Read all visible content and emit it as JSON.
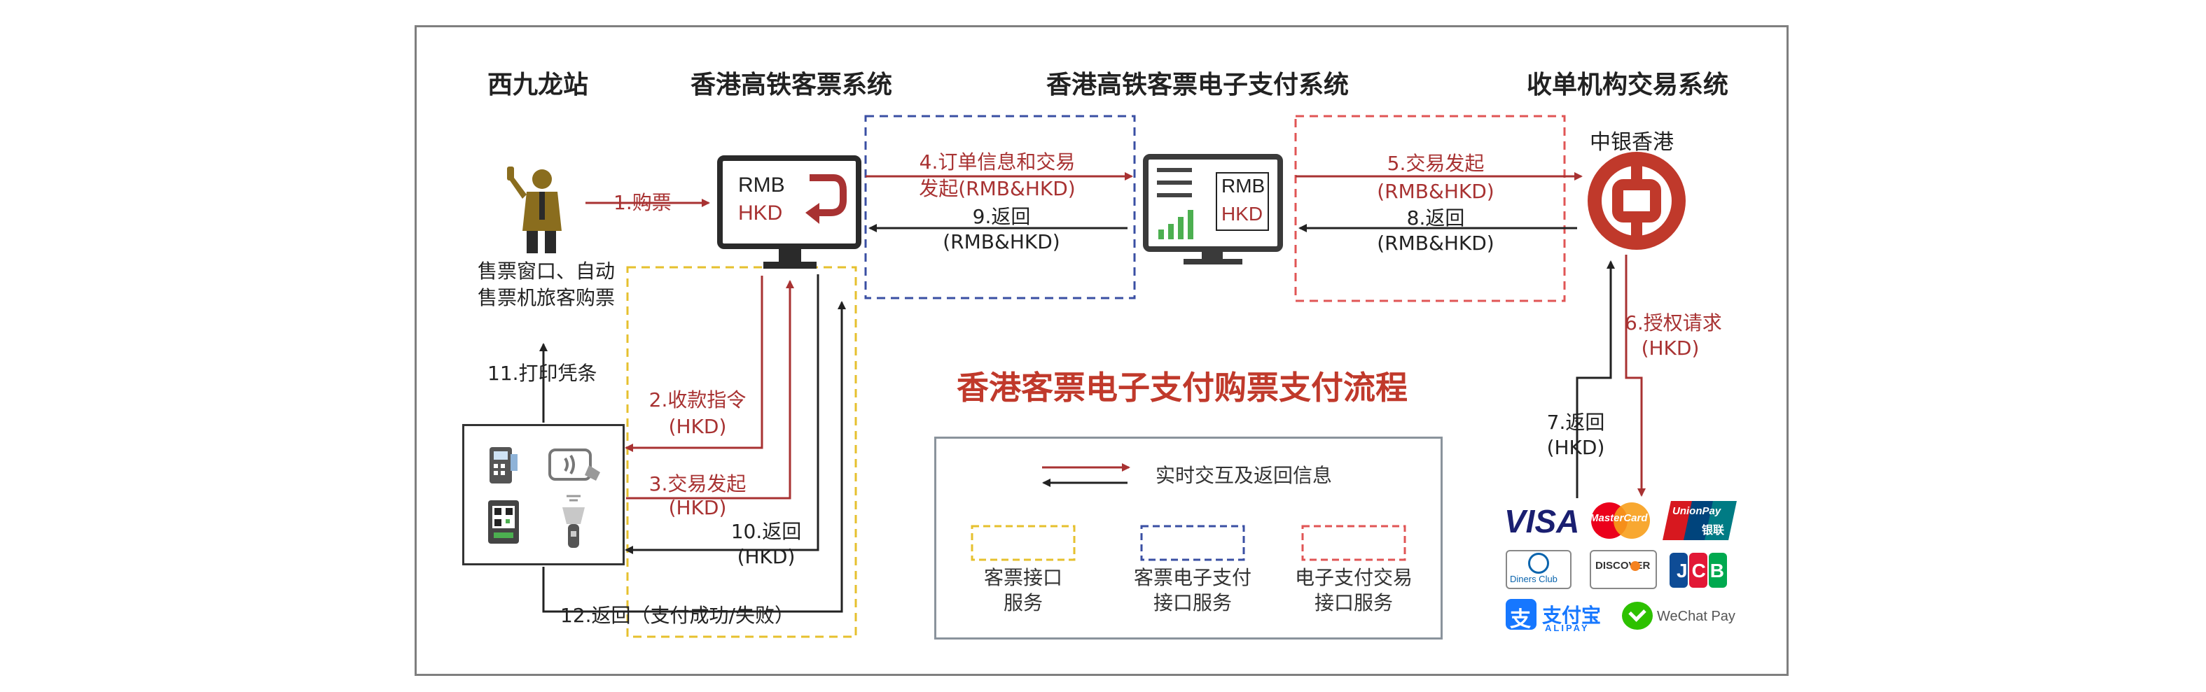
{
  "headers": {
    "station": "西九龙站",
    "ticket_system": "香港高铁客票系统",
    "payment_system": "香港高铁客票电子支付系统",
    "acquirer_system": "收单机构交易系统"
  },
  "title": "香港客票电子支付购票支付流程",
  "ticket_window": {
    "line1": "售票窗口、自动",
    "line2": "售票机旅客购票"
  },
  "monitor_ticket": {
    "currency1": "RMB",
    "currency2": "HKD"
  },
  "monitor_payment": {
    "currency1": "RMB",
    "currency2": "HKD"
  },
  "bank": {
    "name": "中银香港"
  },
  "steps": {
    "s1": "1.购票",
    "s2a": "2.收款指令",
    "s2b": "(HKD)",
    "s3a": "3.交易发起",
    "s3b": "(HKD)",
    "s4a": "4.订单信息和交易",
    "s4b": "发起(RMB&HKD)",
    "s5a": "5.交易发起",
    "s5b": "(RMB&HKD)",
    "s6a": "6.授权请求",
    "s6b": "(HKD)",
    "s7a": "7.返回",
    "s7b": "(HKD)",
    "s8a": "8.返回",
    "s8b": "(RMB&HKD)",
    "s9a": "9.返回",
    "s9b": "(RMB&HKD)",
    "s10a": "10.返回",
    "s10b": "(HKD)",
    "s11": "11.打印凭条",
    "s12": "12.返回（支付成功/失败）"
  },
  "legend": {
    "arrows": "实时交互及返回信息",
    "yellow_a": "客票接口",
    "yellow_b": "服务",
    "blue_a": "客票电子支付",
    "blue_b": "接口服务",
    "red_a": "电子支付交易",
    "red_b": "接口服务"
  },
  "colors": {
    "red_arrow": "#a83232",
    "dash_yellow": "#e6c02e",
    "dash_blue": "#3a4fa3",
    "dash_red": "#e05555",
    "title_red": "#c0392b"
  },
  "cards": {
    "visa": "VISA",
    "mastercard": "MasterCard",
    "unionpay": "UnionPay",
    "unionpay_cn": "银联",
    "diners": "Diners Club",
    "discover": "DISCOVER",
    "jcb": "JCB",
    "alipay": "支付宝",
    "alipay_en": "ALIPAY",
    "wechat": "WeChat Pay"
  }
}
